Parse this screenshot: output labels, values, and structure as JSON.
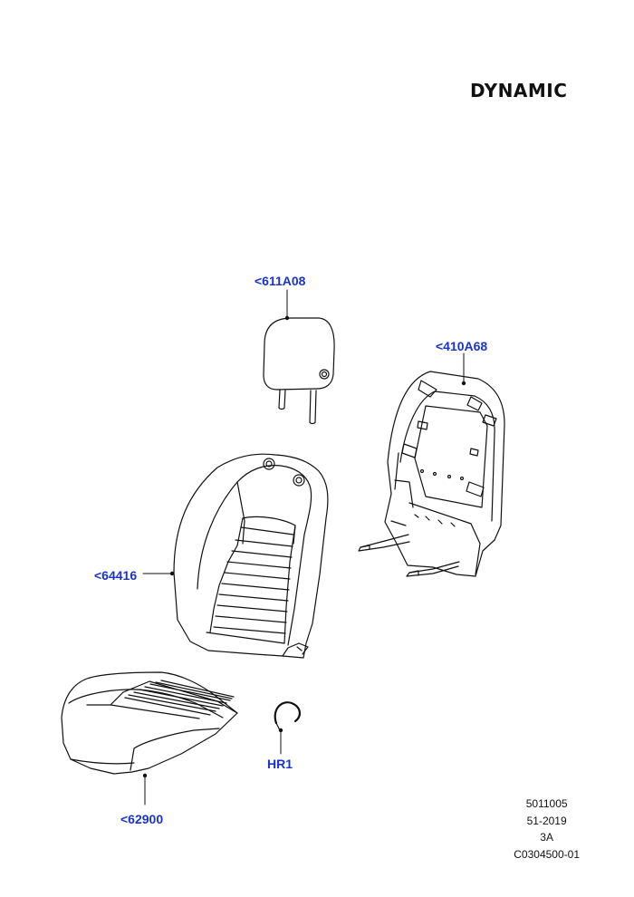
{
  "header": {
    "title": "DYNAMIC"
  },
  "callouts": {
    "headrest": "<611A08",
    "back_panel": "<410A68",
    "backrest_cover": "<64416",
    "cushion_cover": "<62900",
    "hog_ring": "HR1"
  },
  "reference": {
    "line1": "5011005",
    "line2": "51-2019",
    "line3": "3A",
    "line4": "C0304500-01"
  },
  "colors": {
    "callout_text": "#1a33cc",
    "line_art": "#111111"
  }
}
